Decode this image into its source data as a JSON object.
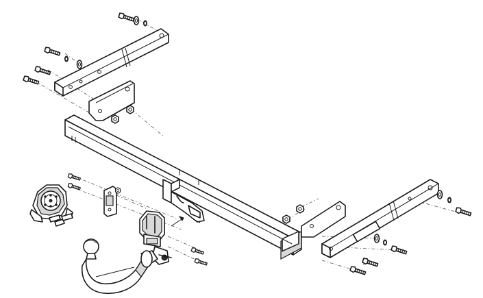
{
  "diagram": {
    "parts": [
      {
        "name": "crossbar"
      },
      {
        "name": "left-side-bracket"
      },
      {
        "name": "right-side-bracket"
      },
      {
        "name": "tow-ball"
      },
      {
        "name": "socket-plate"
      },
      {
        "name": "detachable-coupling-mechanism"
      }
    ]
  }
}
